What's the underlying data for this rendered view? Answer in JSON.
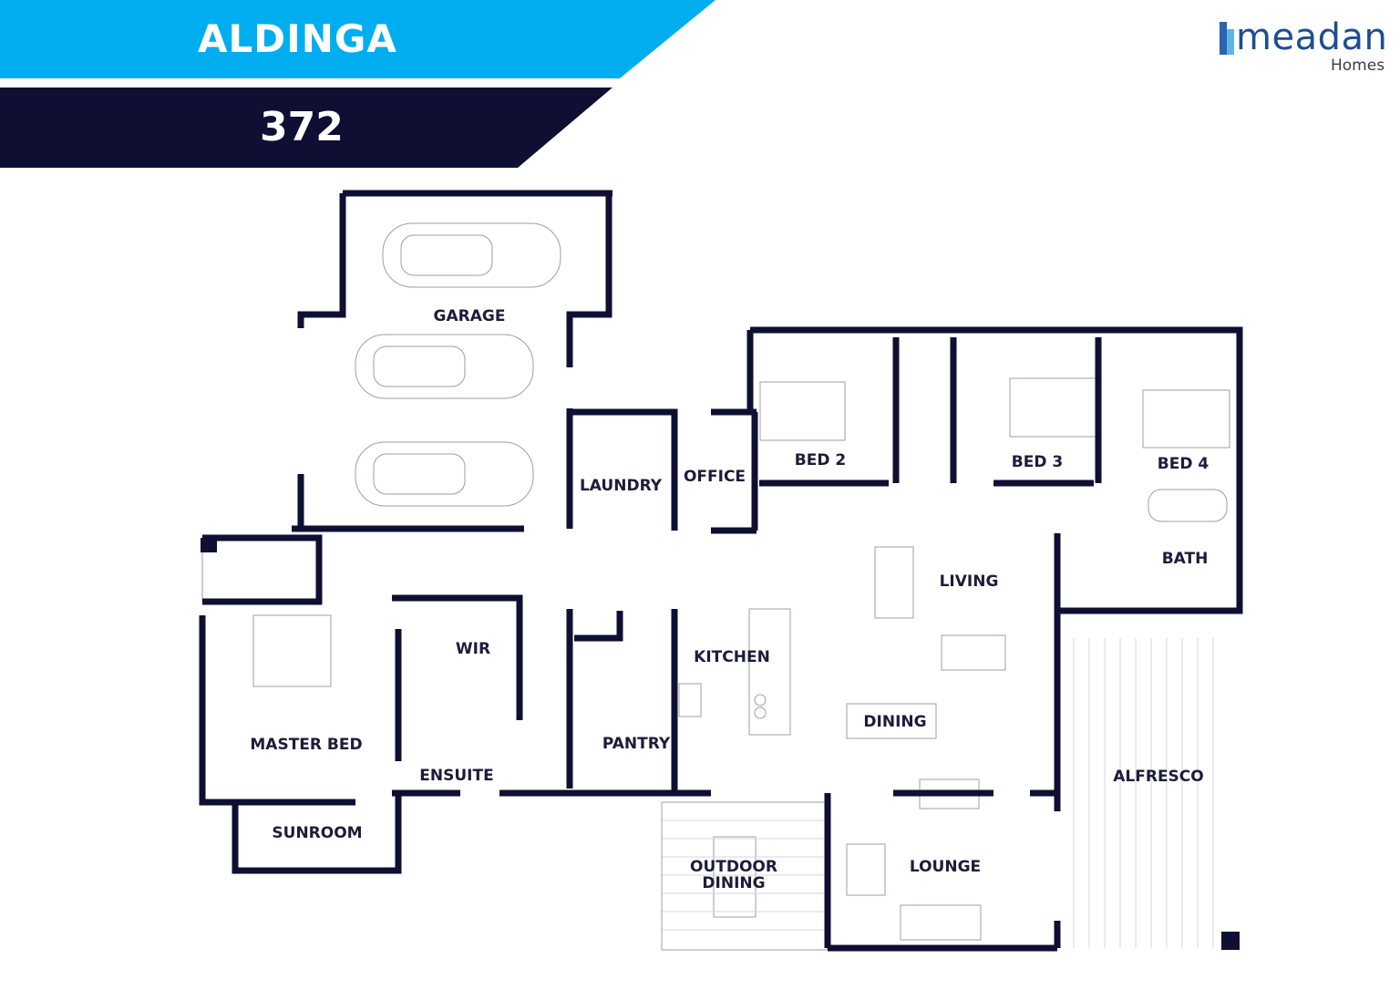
{
  "header": {
    "title": "ALDINGA",
    "number": "372",
    "title_color": "#00aeef",
    "number_color": "#0e0f33"
  },
  "brand": {
    "name": "meadan",
    "sub": "Homes",
    "color": "#1d4f91"
  },
  "rooms": {
    "garage": "GARAGE",
    "laundry": "LAUNDRY",
    "office": "OFFICE",
    "bed2": "BED 2",
    "bed3": "BED 3",
    "bed4": "BED 4",
    "bath": "BATH",
    "living": "LIVING",
    "wir": "WIR",
    "kitchen": "KITCHEN",
    "master_bed": "MASTER BED",
    "pantry": "PANTRY",
    "dining": "DINING",
    "ensuite": "ENSUITE",
    "alfresco": "ALFRESCO",
    "sunroom": "SUNROOM",
    "outdoor_dining_1": "OUTDOOR",
    "outdoor_dining_2": "DINING",
    "lounge": "LOUNGE"
  },
  "wall_color": "#0e0f33"
}
